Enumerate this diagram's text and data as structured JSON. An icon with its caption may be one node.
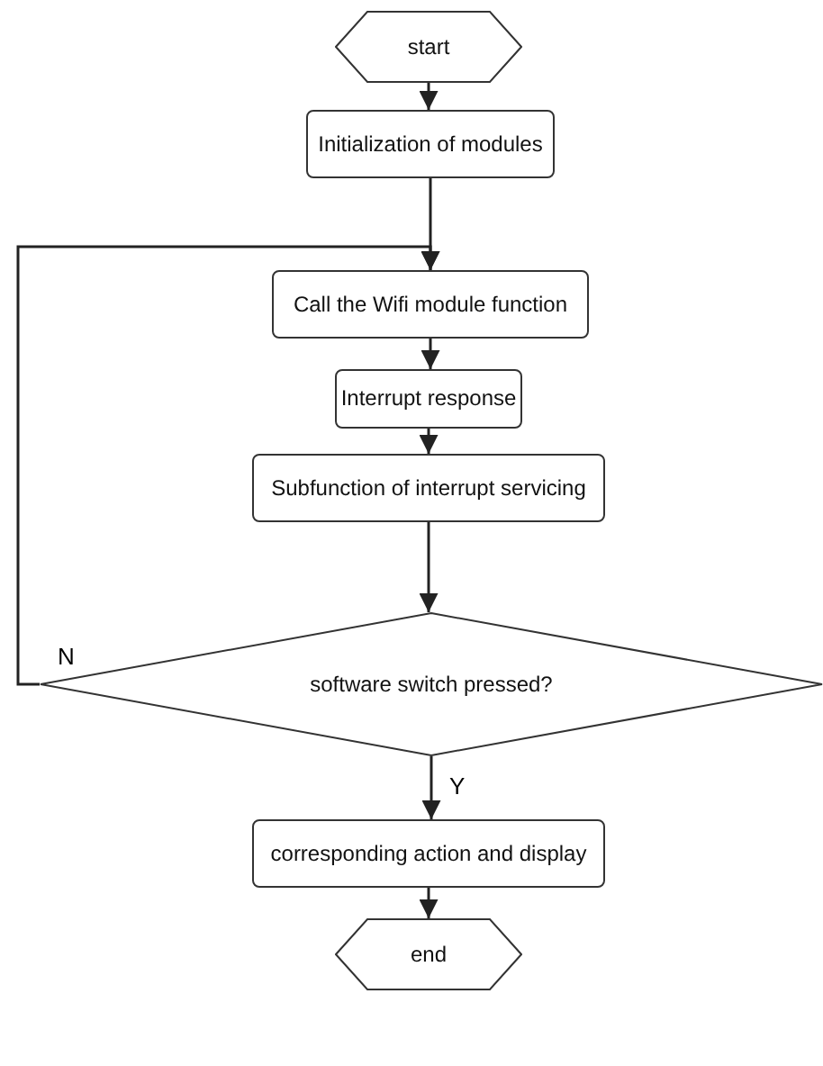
{
  "diagram": {
    "nodes": [
      {
        "text": [
          "start"
        ]
      },
      {
        "text": [
          "Initialization of modules"
        ]
      },
      {
        "text": [
          "Call the Wifi module function"
        ]
      },
      {
        "text": [
          "Interrupt response"
        ]
      },
      {
        "text": [
          "Subfunction of interrupt servicing"
        ]
      },
      {
        "text": [
          "software switch pressed?"
        ]
      },
      {
        "text": [
          "corresponding action and display"
        ]
      },
      {
        "text": [
          "end"
        ]
      }
    ],
    "edges": [
      {
        "from": 0,
        "to": 1,
        "arrow": "to"
      },
      {
        "from": 1,
        "to": 2,
        "arrow": "to"
      },
      {
        "from": 2,
        "to": 3,
        "arrow": "to"
      },
      {
        "from": 3,
        "to": 4,
        "arrow": "to"
      },
      {
        "from": 4,
        "to": 5,
        "arrow": "to"
      },
      {
        "from": 5,
        "to": 2,
        "arrow": "to",
        "label": "N"
      },
      {
        "from": 5,
        "to": 6,
        "arrow": "to",
        "label": "Y"
      },
      {
        "from": 6,
        "to": 7,
        "arrow": "to"
      }
    ]
  }
}
